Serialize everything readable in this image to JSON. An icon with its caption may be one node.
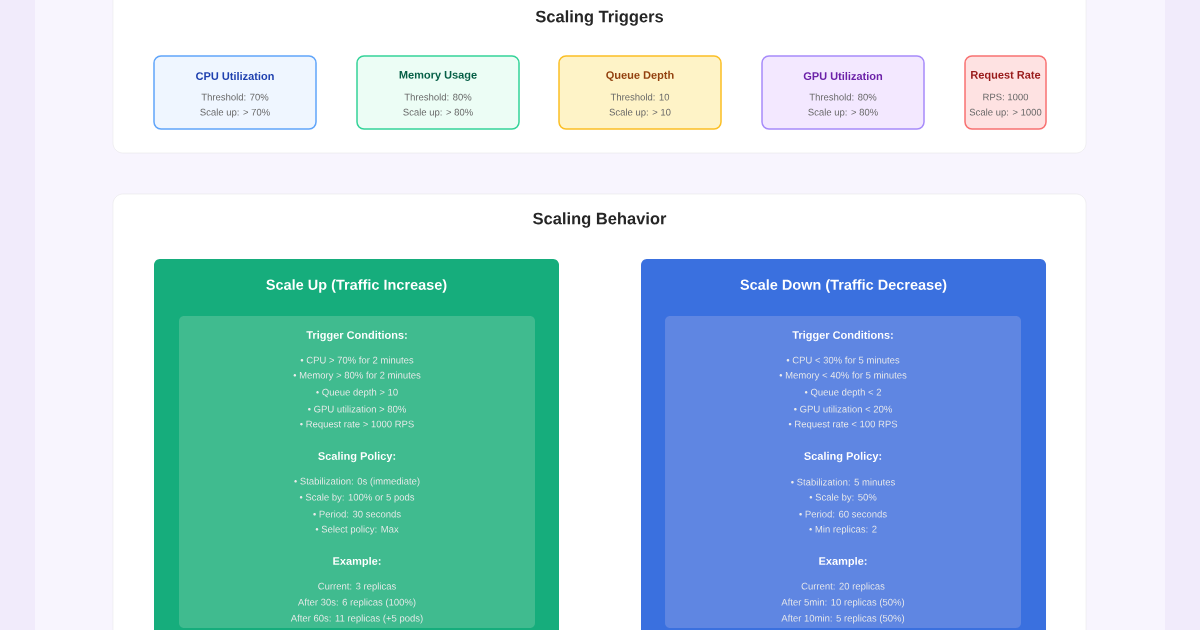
{
  "diagram": {
    "nodes": [
      {
        "text": [
          "Scaling Triggers"
        ]
      },
      {
        "text": [
          "CPU Utilization",
          "Threshold: 70%",
          "Scale up: > 70%"
        ],
        "in": 0
      },
      {
        "text": [
          "Memory Usage",
          "Threshold: 80%",
          "Scale up: > 80%"
        ],
        "in": 0
      },
      {
        "text": [
          "Queue Depth",
          "Threshold: 10",
          "Scale up: > 10"
        ],
        "in": 0
      },
      {
        "text": [
          "GPU Utilization",
          "Threshold: 80%",
          "Scale up: > 80%"
        ],
        "in": 0
      },
      {
        "text": [
          "Request Rate",
          "RPS: 1000",
          "Scale up: > 1000"
        ],
        "in": 0
      },
      {
        "text": [
          "Scaling Behavior"
        ]
      },
      {
        "text": [
          "Scale Up (Traffic Increase)"
        ],
        "in": 6
      },
      {
        "text": [
          "Trigger Conditions:",
          "• CPU > 70% for 2 minutes",
          "• Memory > 80% for 2 minutes",
          "• Queue depth > 10",
          "• GPU utilization > 80%",
          "• Request rate > 1000 RPS",
          "Scaling Policy:",
          "• Stabilization: 0s (immediate)",
          "• Scale by: 100% or 5 pods",
          "• Period: 30 seconds",
          "• Select policy: Max",
          "Example:",
          "Current: 3 replicas",
          "After 30s: 6 replicas (100%)",
          "After 60s: 11 replicas (+5 pods)"
        ],
        "in": 7
      },
      {
        "text": [
          "Scale Down (Traffic Decrease)"
        ],
        "in": 6
      },
      {
        "text": [
          "Trigger Conditions:",
          "• CPU < 30% for 5 minutes",
          "• Memory < 40% for 5 minutes",
          "• Queue depth < 2",
          "• GPU utilization < 20%",
          "• Request rate < 100 RPS",
          "Scaling Policy:",
          "• Stabilization: 5 minutes",
          "• Scale by: 50%",
          "• Period: 60 seconds",
          "• Min replicas: 2",
          "Example:",
          "Current: 20 replicas",
          "After 5min: 10 replicas (50%)",
          "After 10min: 5 replicas (50%)"
        ],
        "in": 9
      }
    ]
  }
}
